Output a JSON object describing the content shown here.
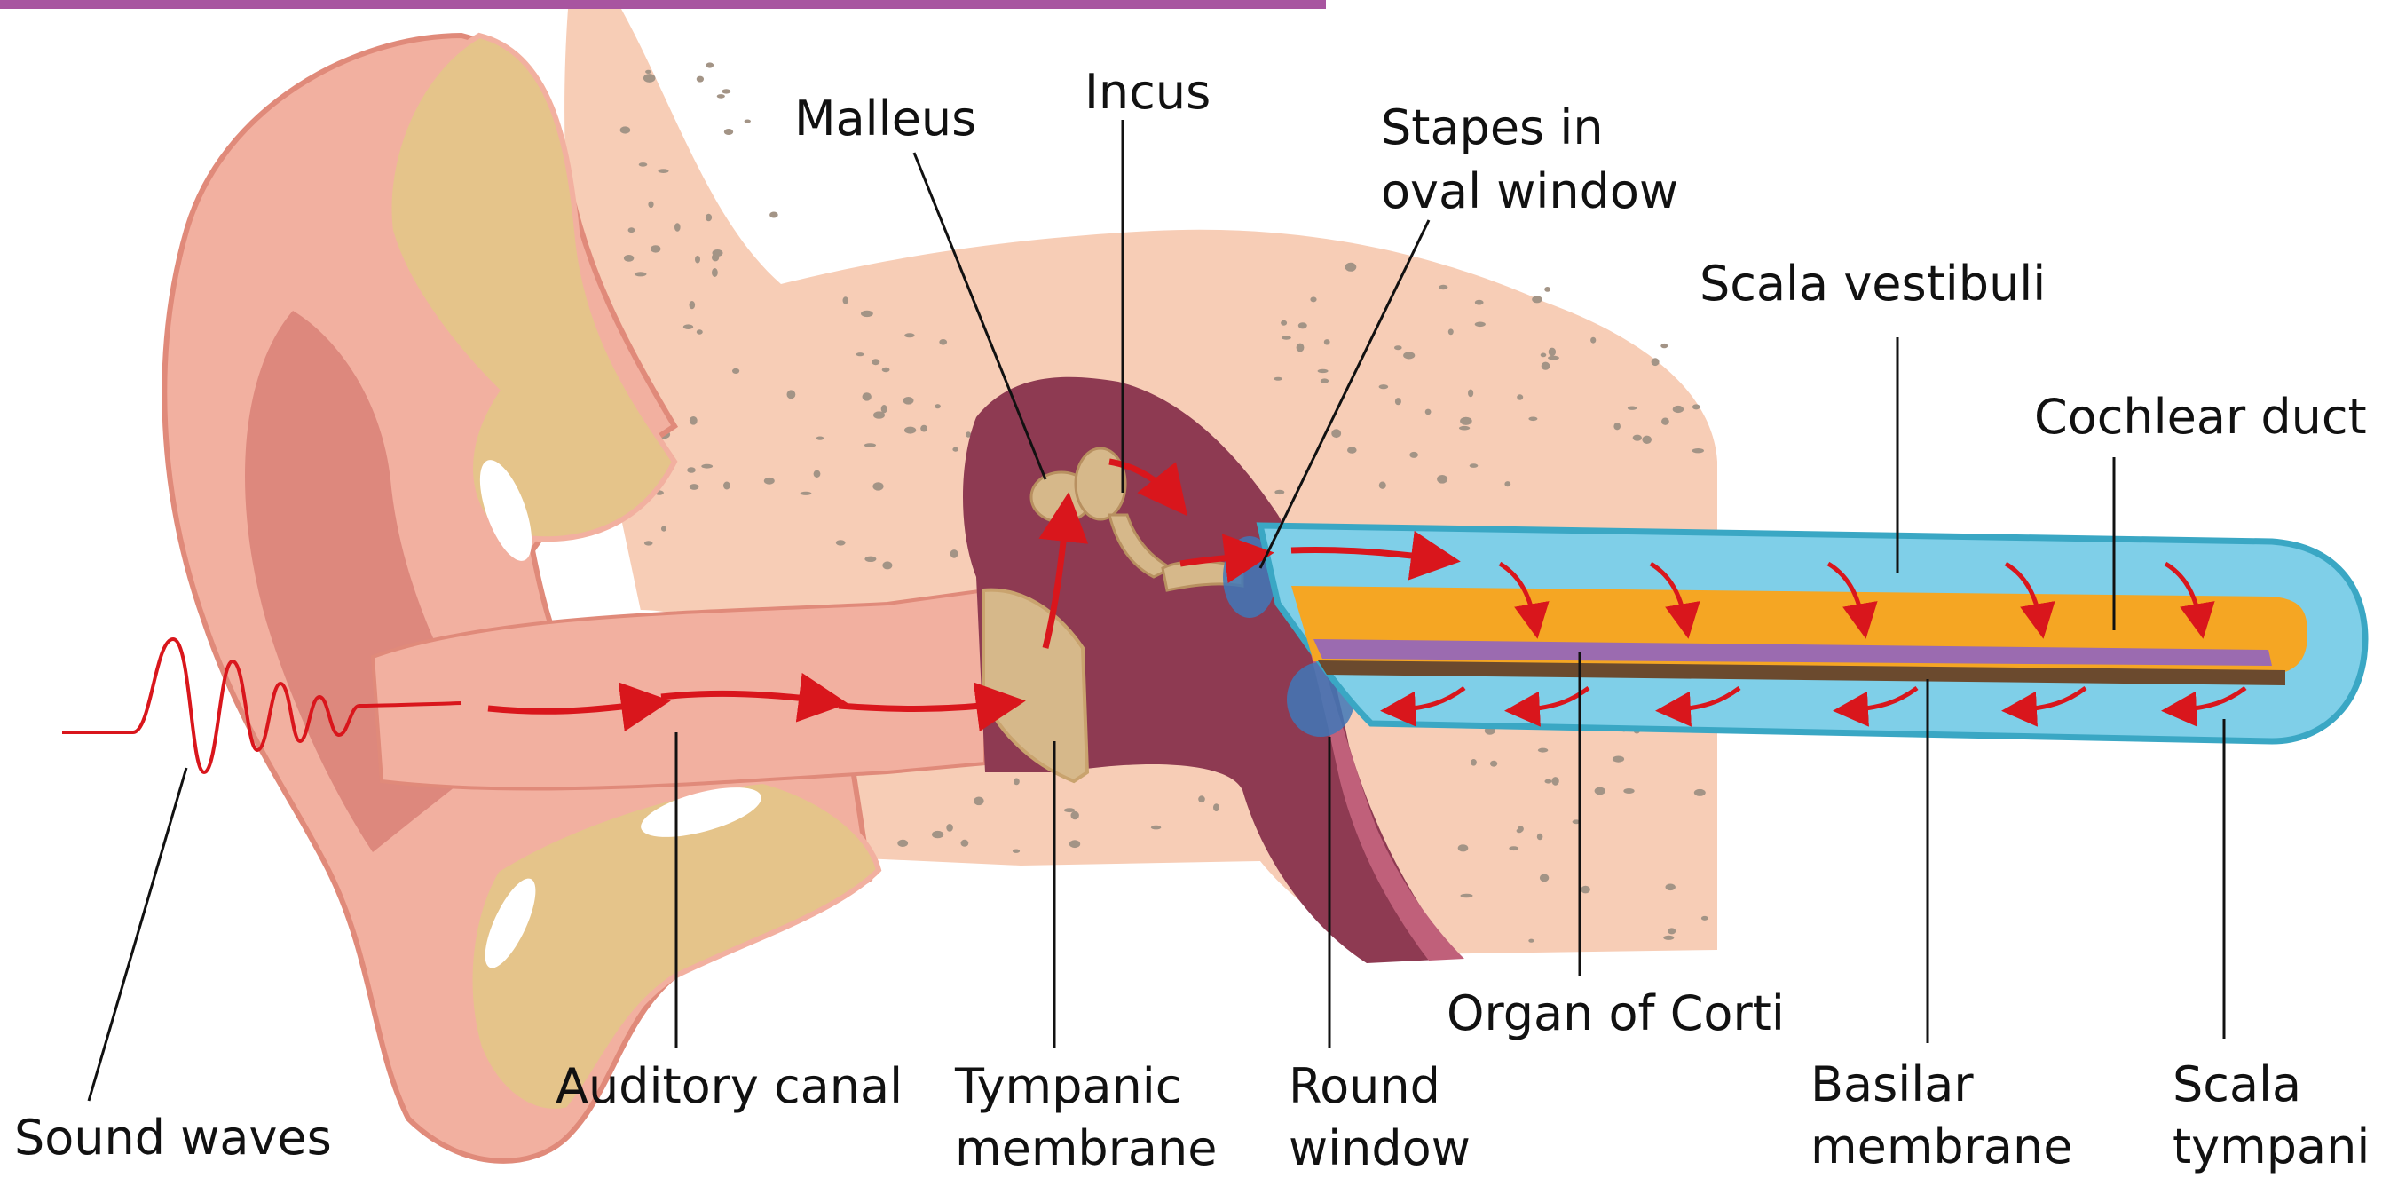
{
  "labels": {
    "malleus": "Malleus",
    "incus": "Incus",
    "stapes_line1": "Stapes in",
    "stapes_line2": "oval window",
    "scala_vestibuli": "Scala vestibuli",
    "cochlear_duct": "Cochlear duct",
    "organ_of_corti": "Organ of Corti",
    "auditory_canal": "Auditory canal",
    "sound_waves": "Sound waves",
    "tympanic_line1": "Tympanic",
    "tympanic_line2": "membrane",
    "round_line1": "Round",
    "round_line2": "window",
    "basilar_line1": "Basilar",
    "basilar_line2": "membrane",
    "scala_tympani_line1": "Scala",
    "scala_tympani_line2": "tympani"
  },
  "colors": {
    "top_bar": "#a855a0",
    "skin": "#f2b0a0",
    "skin_dark": "#e08a7a",
    "bone": "#f7cdb6",
    "bone_pores": "#a39486",
    "cartilage": "#e5c48a",
    "cavity": "#8e3a52",
    "cavity_light": "#c0607a",
    "ossicle": "#d6b88a",
    "window_blue": "#3f78b8",
    "cochlea_fluid": "#7fcfe8",
    "cochlea_outline": "#3aa7c4",
    "cochlear_duct": "#f5a623",
    "organ_of_corti": "#9b6bb0",
    "basilar_membrane": "#6b4a2e",
    "arrow_red": "#d9161c",
    "leader_line": "#111111"
  }
}
